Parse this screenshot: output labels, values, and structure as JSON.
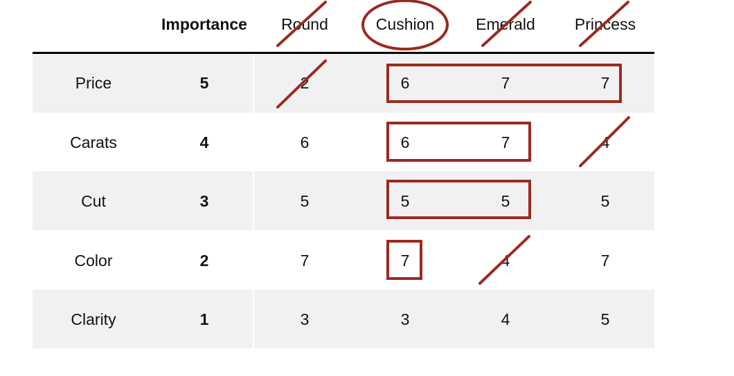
{
  "table": {
    "header": {
      "importance": "Importance",
      "columns": [
        "Round",
        "Cushion",
        "Emerald",
        "Princess"
      ]
    },
    "rows": [
      {
        "criterion": "Price",
        "importance": "5",
        "values": [
          "2",
          "6",
          "7",
          "7"
        ]
      },
      {
        "criterion": "Carats",
        "importance": "4",
        "values": [
          "6",
          "6",
          "7",
          "4"
        ]
      },
      {
        "criterion": "Cut",
        "importance": "3",
        "values": [
          "5",
          "5",
          "5",
          "5"
        ]
      },
      {
        "criterion": "Color",
        "importance": "2",
        "values": [
          "7",
          "7",
          "4",
          "7"
        ]
      },
      {
        "criterion": "Clarity",
        "importance": "1",
        "values": [
          "3",
          "3",
          "4",
          "5"
        ]
      }
    ]
  },
  "annotations": {
    "color": "#9b2a1f",
    "crossed_out_header": [
      "Round",
      "Emerald",
      "Princess"
    ],
    "circled_header": "Cushion"
  }
}
